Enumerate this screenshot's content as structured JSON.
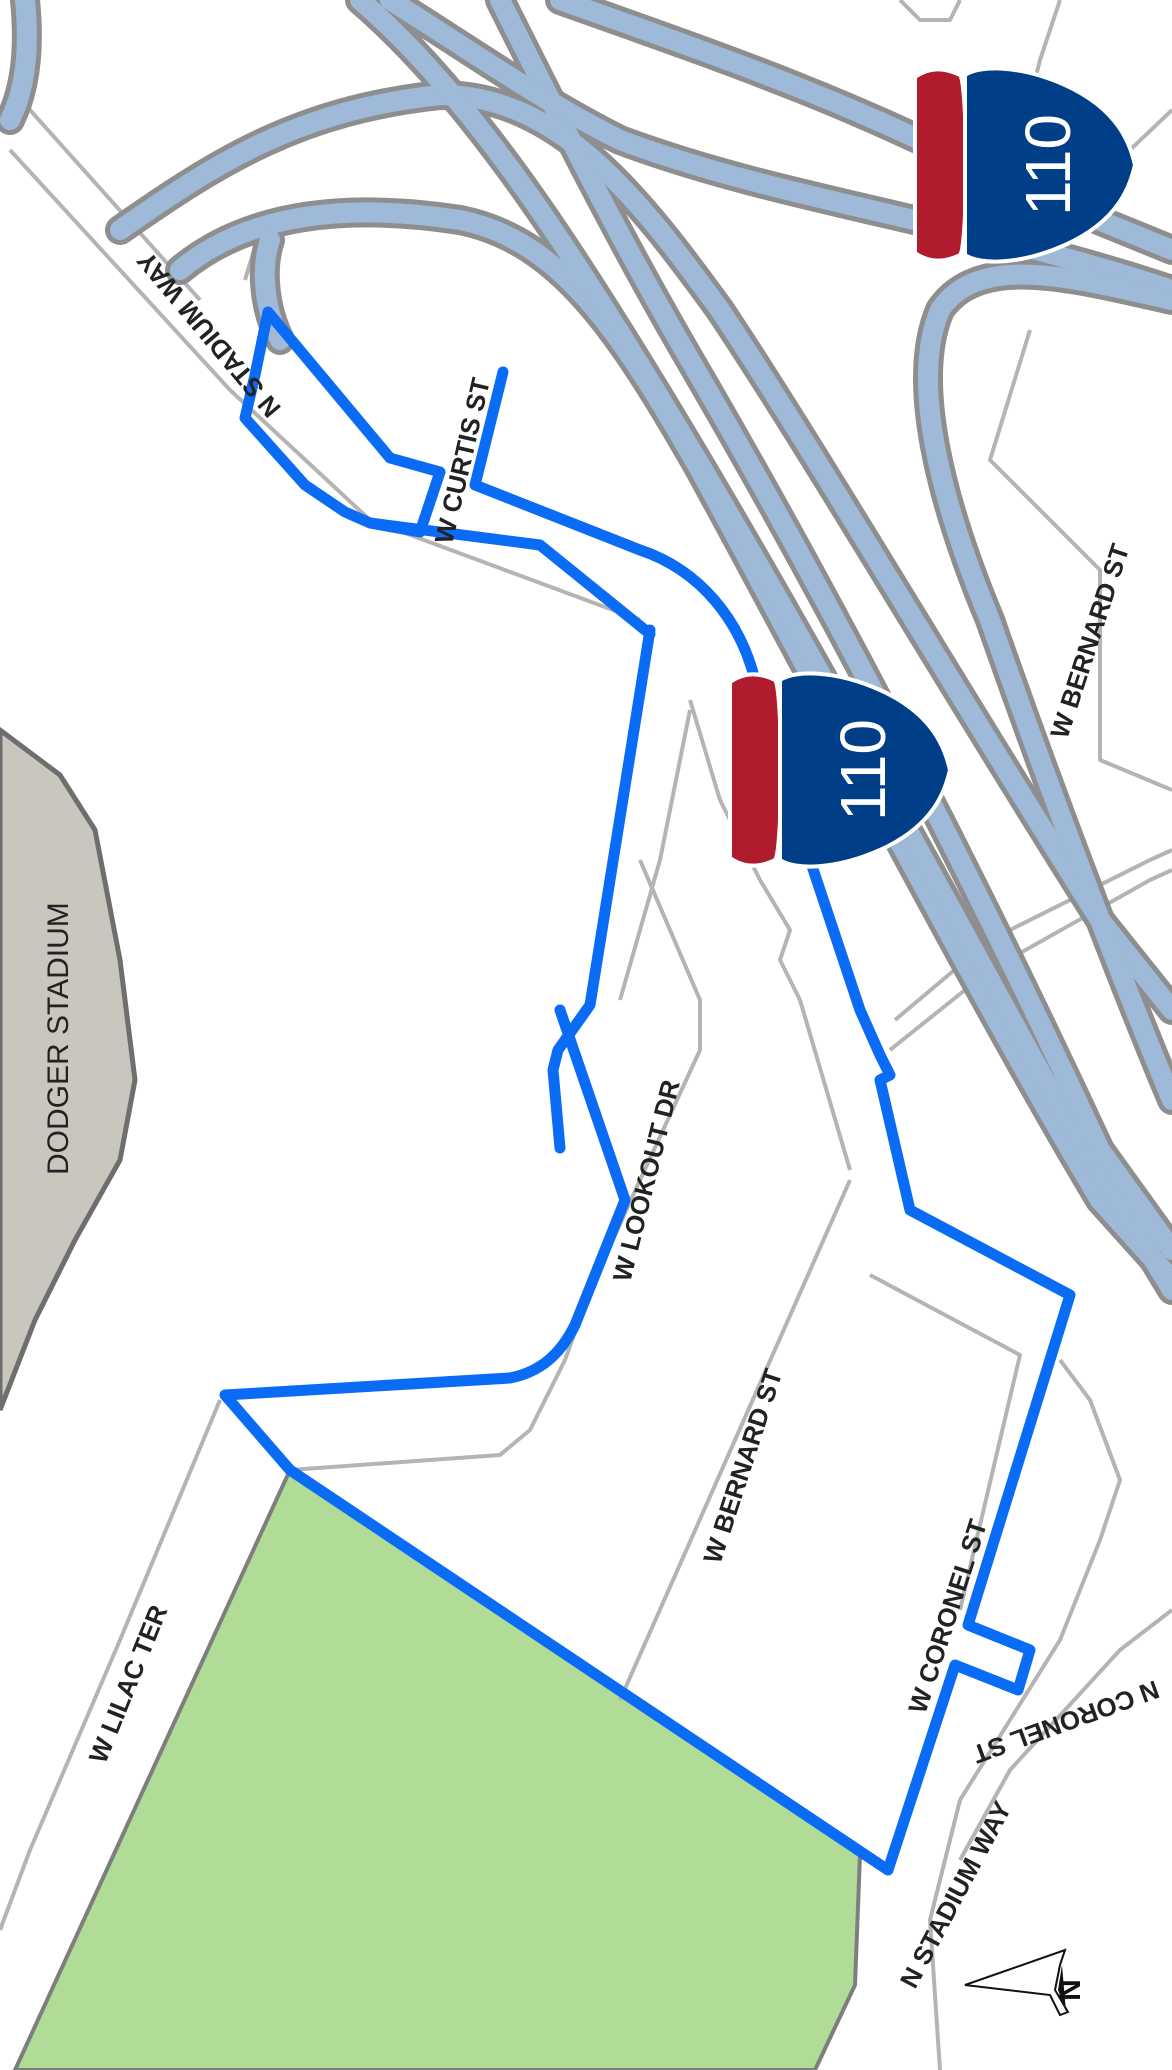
{
  "map": {
    "colors": {
      "background": "#ffffff",
      "street_casing": "#b4b4b4",
      "freeway_fill": "#9fb9d8",
      "freeway_casing": "#8e8e8e",
      "route": "#0a6cf5",
      "stadium": "#c8c6bd",
      "stadium_edge": "#6e6e6e",
      "park": "#b0dc98",
      "park_edge": "#7e7e7e",
      "shield_blue": "#003f87",
      "shield_red": "#b01c2e"
    },
    "areas": {
      "stadium": "DODGER STADIUM"
    },
    "streets": {
      "n_stadium_way_top": "N STADIUM WAY",
      "w_curtis_st": "W CURTIS ST",
      "w_bernard_st_right": "W BERNARD ST",
      "w_lookout_dr": "W LOOKOUT DR",
      "w_bernard_st_mid": "W BERNARD ST",
      "w_lilac_ter": "W LILAC TER",
      "w_coronel_st": "W CORONEL ST",
      "n_coronel_st": "N CORONEL ST",
      "n_stadium_way_bottom": "N STADIUM WAY"
    },
    "shields": {
      "interstate_top": "110",
      "interstate_mid": "110"
    },
    "north_arrow": {
      "label": "N"
    }
  }
}
